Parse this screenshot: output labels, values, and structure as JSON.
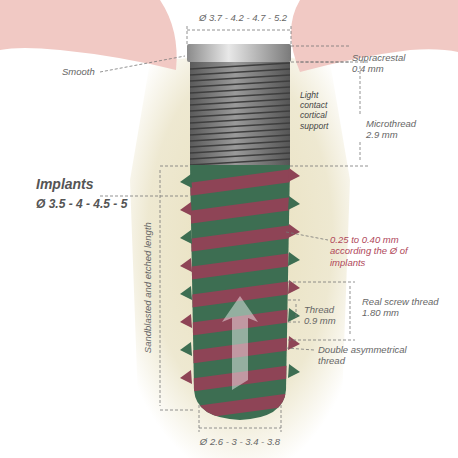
{
  "diagram": {
    "labels": [
      "Ø 3.7 - 4.2 - 4.7 - 5.2",
      "Smooth",
      "Supracrestal 0.4 mm",
      "Light contact cortical support",
      "Microthread 2.9 mm",
      "Implants",
      "Ø 3.5 - 4 - 4.5 - 5",
      "Sandblasted and etched length",
      "0.25 to 0.40 mm according the Ø of implants",
      "Real screw thread 1.80 mm",
      "Thread 0.9 mm",
      "Double asymmetrical thread",
      "Ø 2.6 - 3 - 3.4 - 3.8"
    ]
  }
}
